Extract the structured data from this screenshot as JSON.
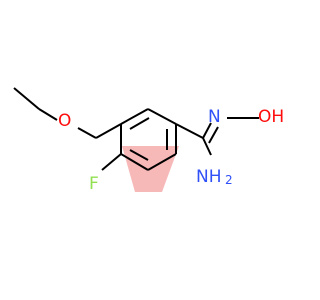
{
  "atoms": {
    "oxygen_ether": "O",
    "fluorine": "F",
    "nitrogen_oxime": "N",
    "hydroxyl": "OH",
    "amine_main": "NH",
    "amine_subscript": "2"
  },
  "colors": {
    "background": "#ffffff",
    "bond": "#000000",
    "oxygen": "#ff0d0d",
    "fluorine": "#90e050",
    "nitrogen": "#3050f8",
    "highlight": "#f4a0a0"
  }
}
